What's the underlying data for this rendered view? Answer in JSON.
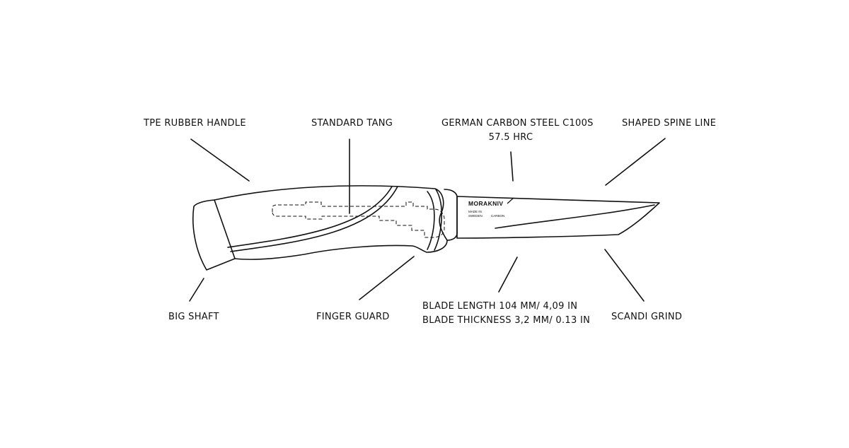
{
  "labels": {
    "tpe_rubber_handle": "TPE RUBBER HANDLE",
    "standard_tang": "STANDARD TANG",
    "german_carbon_steel": "GERMAN CARBON STEEL C100S",
    "hardness": "57.5 HRC",
    "shaped_spine_line": "SHAPED SPINE LINE",
    "big_shaft": "BIG SHAFT",
    "finger_guard": "FINGER GUARD",
    "blade_length": "BLADE LENGTH 104 MM/ 4,09 IN",
    "blade_thickness": "BLADE THICKNESS 3,2 MM/ 0.13 IN",
    "scandi_grind": "SCANDI GRIND"
  },
  "blade_marking": {
    "brand": "MORAKNIV",
    "made_in_line1": "MADE IN",
    "made_in_line2": "SWEDEN",
    "steel": "CARBON"
  },
  "colors": {
    "stroke": "#111111",
    "background": "#ffffff"
  }
}
